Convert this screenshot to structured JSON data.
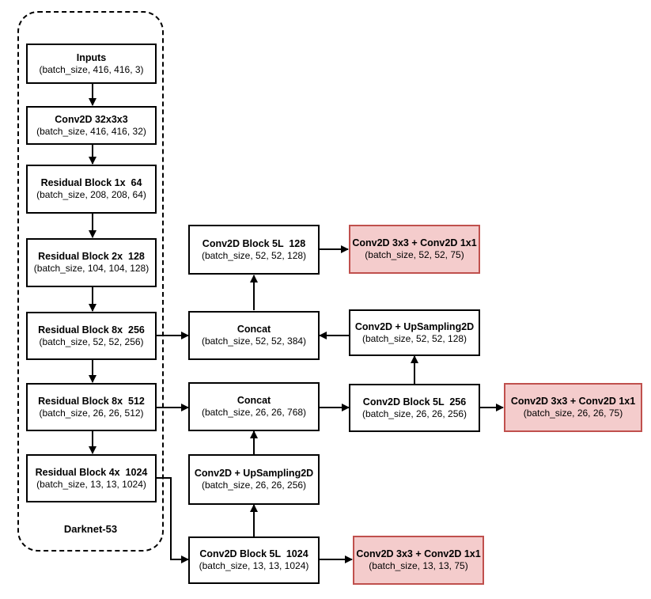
{
  "diagram": {
    "backbone_label": "Darknet-53",
    "backbone": [
      {
        "title": "Inputs",
        "shape": "(batch_size, 416, 416, 3)"
      },
      {
        "title": "Conv2D 32x3x3",
        "shape": "(batch_size, 416, 416, 32)"
      },
      {
        "title": "Residual Block 1x  64",
        "shape": "(batch_size, 208, 208, 64)"
      },
      {
        "title": "Residual Block 2x  128",
        "shape": "(batch_size, 104, 104, 128)"
      },
      {
        "title": "Residual Block 8x  256",
        "shape": "(batch_size, 52, 52, 256)"
      },
      {
        "title": "Residual Block 8x  512",
        "shape": "(batch_size, 26, 26, 512)"
      },
      {
        "title": "Residual Block 4x  1024",
        "shape": "(batch_size, 13, 13, 1024)"
      }
    ],
    "neck": {
      "conv_5l_128": {
        "title": "Conv2D Block 5L  128",
        "shape": "(batch_size, 52, 52, 128)"
      },
      "concat_52": {
        "title": "Concat",
        "shape": "(batch_size, 52, 52, 384)"
      },
      "upsample_52": {
        "title": "Conv2D + UpSampling2D",
        "shape": "(batch_size, 52, 52, 128)"
      },
      "concat_26": {
        "title": "Concat",
        "shape": "(batch_size, 26, 26, 768)"
      },
      "conv_5l_256": {
        "title": "Conv2D Block 5L  256",
        "shape": "(batch_size, 26, 26, 256)"
      },
      "upsample_26": {
        "title": "Conv2D + UpSampling2D",
        "shape": "(batch_size, 26, 26, 256)"
      },
      "conv_5l_1024": {
        "title": "Conv2D Block 5L  1024",
        "shape": "(batch_size, 13, 13, 1024)"
      }
    },
    "outputs": {
      "out_52": {
        "title": "Conv2D 3x3 + Conv2D 1x1",
        "shape": "(batch_size, 52, 52, 75)"
      },
      "out_26": {
        "title": "Conv2D 3x3 + Conv2D 1x1",
        "shape": "(batch_size, 26, 26, 75)"
      },
      "out_13": {
        "title": "Conv2D 3x3 + Conv2D 1x1",
        "shape": "(batch_size, 13, 13, 75)"
      }
    },
    "colors": {
      "line": "#000000",
      "output_fill": "#f4cccc",
      "output_border": "#c0504d"
    }
  }
}
